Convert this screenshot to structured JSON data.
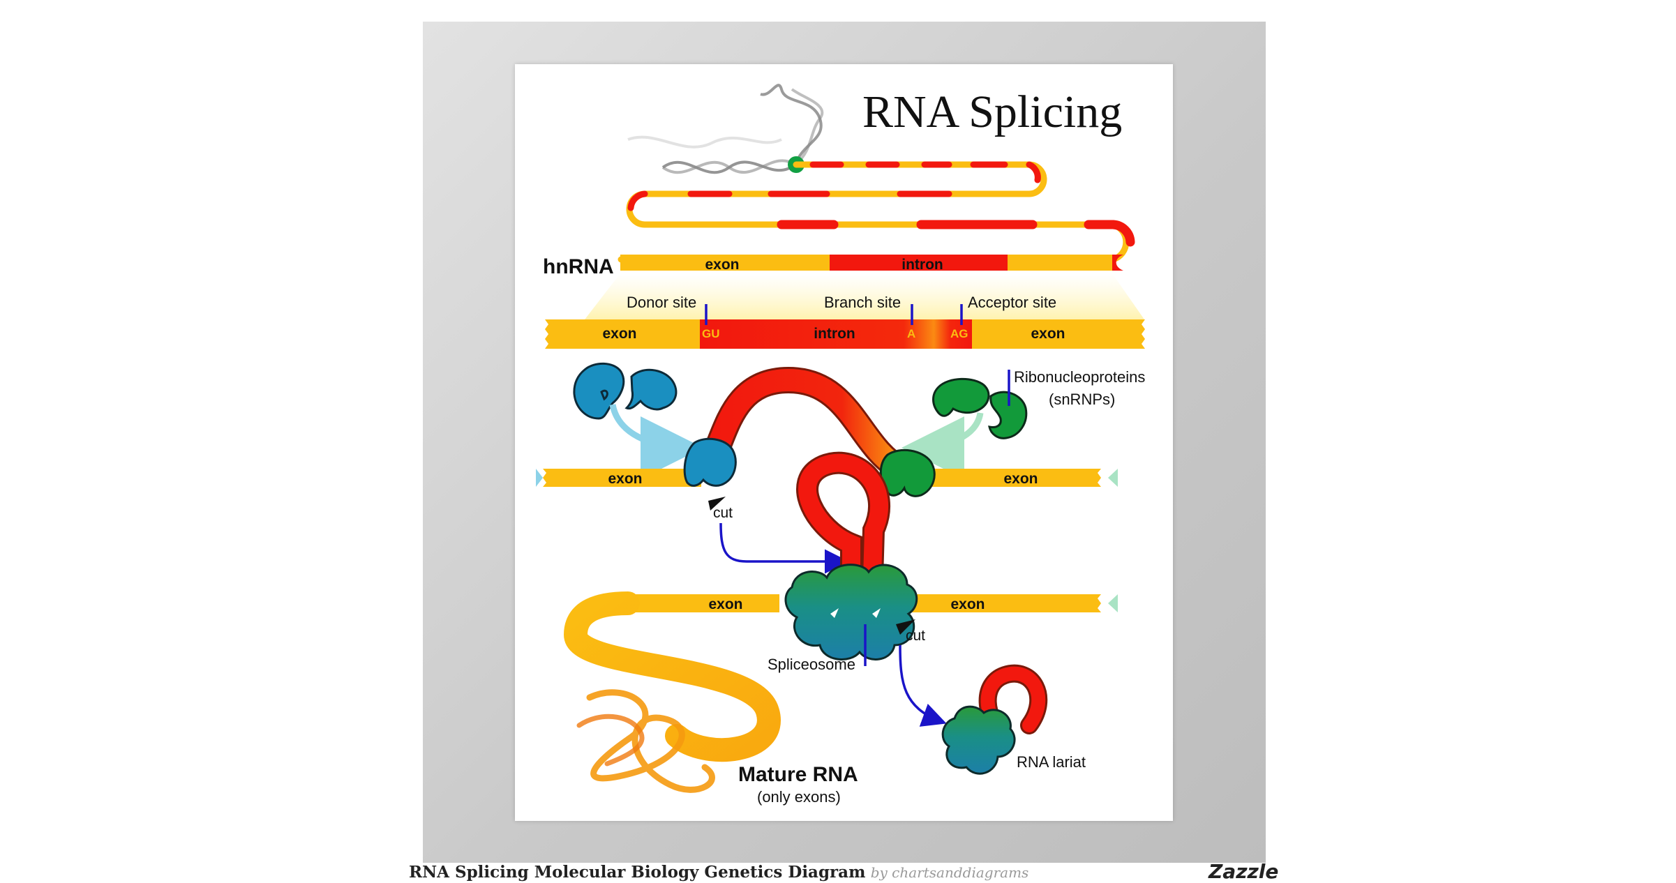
{
  "poster": {
    "title": "RNA Splicing",
    "hnrna_label": "hnRNA",
    "hnrna_exon": "exon",
    "hnrna_intron": "intron",
    "donor_site": "Donor site",
    "branch_site": "Branch site",
    "acceptor_site": "Acceptor site",
    "detail_exon_left": "exon",
    "detail_intron": "intron",
    "detail_exon_right": "exon",
    "seq_gu": "GU",
    "seq_a": "A",
    "seq_ag": "AG",
    "snrnp_label_1": "Ribonucleoproteins",
    "snrnp_label_2": "(snRNPs)",
    "step2_exon_left": "exon",
    "step2_exon_right": "exon",
    "cut_1": "cut",
    "step3_exon_left": "exon",
    "step3_exon_right": "exon",
    "spliceosome": "Spliceosome",
    "cut_2": "cut",
    "mature_rna": "Mature RNA",
    "mature_rna_note": "(only exons)",
    "rna_lariat": "RNA lariat"
  },
  "caption": {
    "title": "RNA Splicing Molecular Biology Genetics Diagram",
    "by": "by chartsanddiagrams"
  },
  "brand": "Zazzle",
  "colors": {
    "exon": "#fbbd12",
    "intron": "#f2180e",
    "snrnp_blue": "#1a8fc0",
    "snrnp_green": "#129a3a",
    "spliceosome": "#1b8f8a",
    "arrow": "#1a14c8"
  }
}
